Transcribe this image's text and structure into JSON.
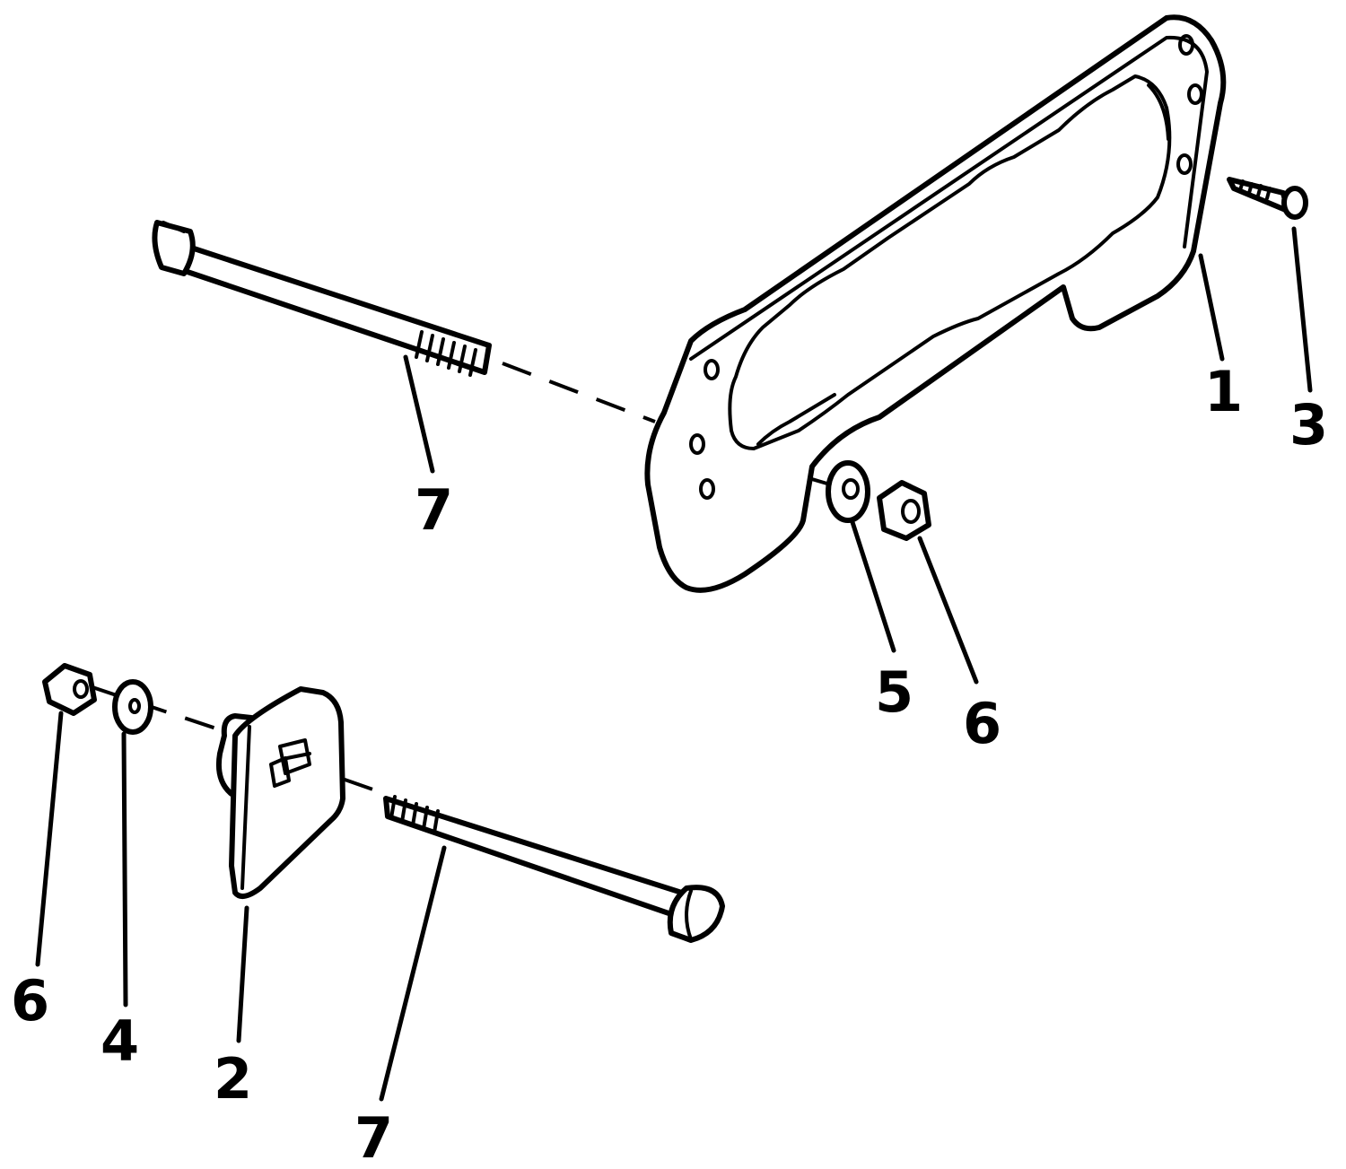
{
  "callouts": {
    "bracket": "1",
    "plate": "2",
    "screw": "3",
    "washer_small": "4",
    "washer_large": "5",
    "nut_upper": "6",
    "nut_lower": "6",
    "bolt_upper": "7",
    "bolt_lower": "7"
  },
  "colors": {
    "line": "#000000",
    "background": "#ffffff"
  }
}
